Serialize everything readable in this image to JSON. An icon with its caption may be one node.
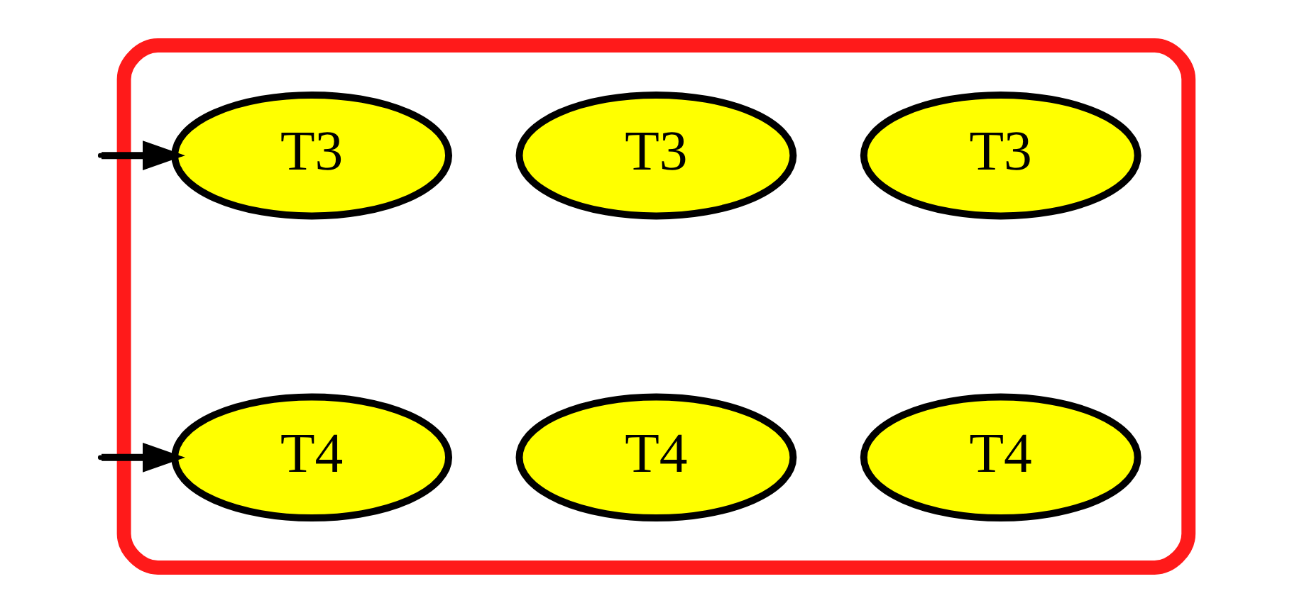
{
  "diagram": {
    "nodes": [
      {
        "text": [],
        "shape": "box"
      },
      {
        "text": [
          "T3"
        ],
        "in": 0
      },
      {
        "text": [
          "T3"
        ],
        "in": 0
      },
      {
        "text": [
          "T3"
        ],
        "in": 0
      },
      {
        "text": [
          "T4"
        ],
        "in": 0
      },
      {
        "text": [
          "T4"
        ],
        "in": 0
      },
      {
        "text": [
          "T4"
        ],
        "in": 0
      }
    ],
    "edges": [
      {
        "from": null,
        "to": 1,
        "arrow": "to"
      },
      {
        "from": null,
        "to": 4,
        "arrow": "to"
      }
    ]
  }
}
